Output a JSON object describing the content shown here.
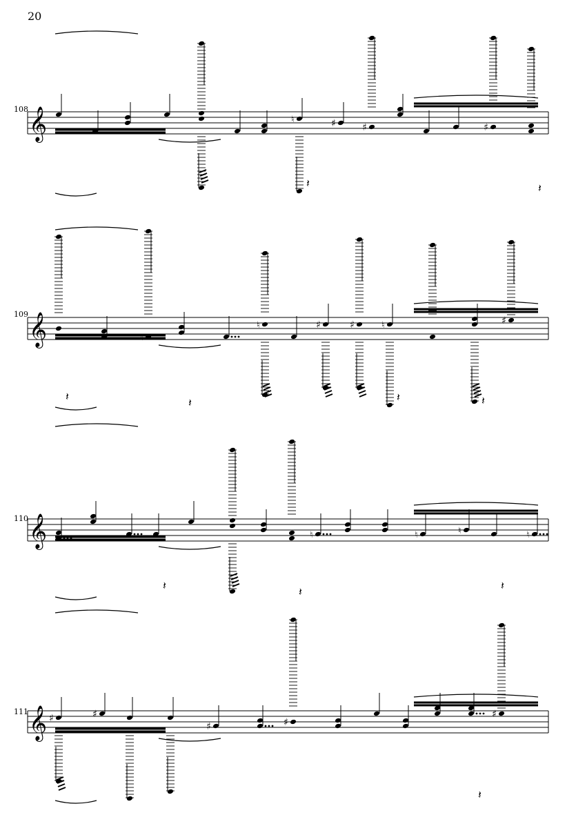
{
  "page": {
    "number": "20"
  },
  "systems": [
    {
      "measure": "108"
    },
    {
      "measure": "109"
    },
    {
      "measure": "110"
    },
    {
      "measure": "111"
    }
  ],
  "glyphs": {
    "sharp": "♯",
    "natural": "♮",
    "rest": "𝄽"
  }
}
